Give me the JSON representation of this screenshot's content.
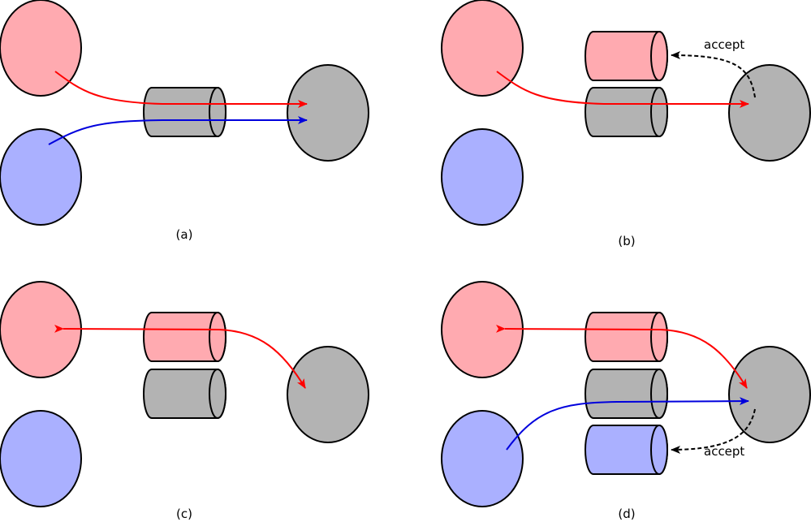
{
  "colors": {
    "client_a": "#ffaab0",
    "client_b": "#aab0ff",
    "server": "#b3b3b3",
    "connection_a": "#ffaab0",
    "connection_neutral": "#b3b3b3",
    "connection_b": "#aab0ff",
    "arrow_a": "#ff0000",
    "arrow_b": "#0000dd",
    "accept_arrow": "#000000",
    "outline": "#000000"
  },
  "panels": [
    {
      "id": "a",
      "caption": "(a)",
      "accept_label": ""
    },
    {
      "id": "b",
      "caption": "(b)",
      "accept_label": "accept"
    },
    {
      "id": "c",
      "caption": "(c)",
      "accept_label": ""
    },
    {
      "id": "d",
      "caption": "(d)",
      "accept_label": "accept"
    }
  ]
}
